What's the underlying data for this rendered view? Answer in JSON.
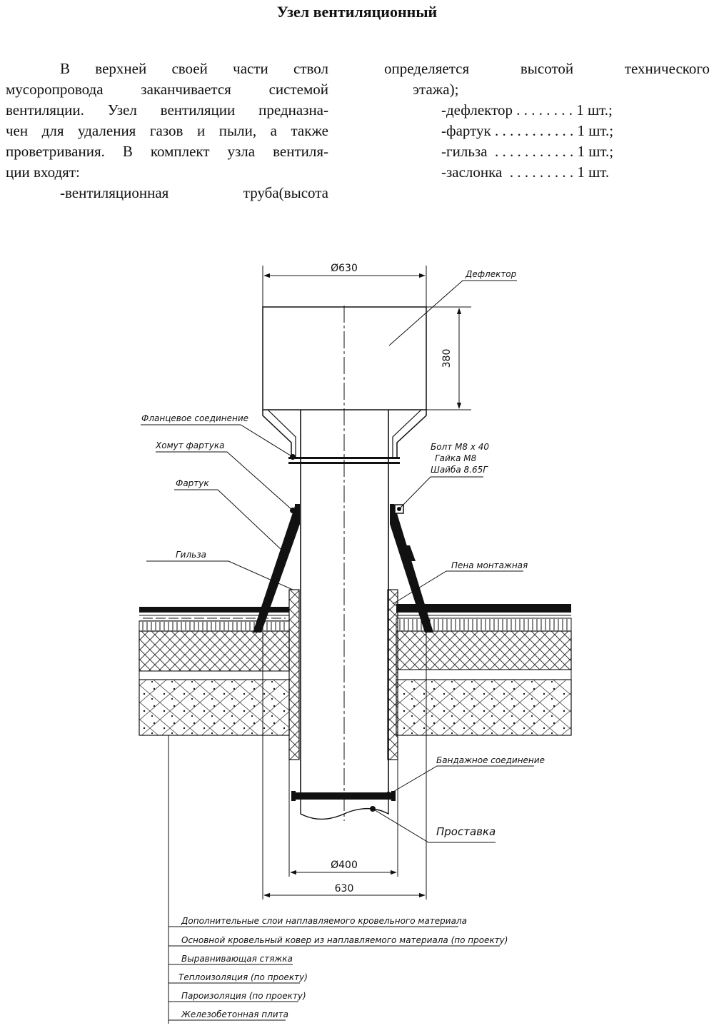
{
  "title": "Узел вентиляционный",
  "left_column": [
    "В верхней своей части ствол",
    "мусоропровода заканчивается системой",
    "вентиляции. Узел вентиляции предназна-",
    "чен для удаления газов и пыли, а также",
    "проветривания. В комплект узла вентиля-",
    "ции входят:",
    "-вентиляционная труба(высота"
  ],
  "right_column": {
    "lines": [
      "определяется высотой технического",
      "этажа);"
    ],
    "items": [
      {
        "name": "-дефлектор",
        "leader": " . . . . . . . . ",
        "qty": "1 шт.;"
      },
      {
        "name": "-фартук",
        "leader": " . . . . . . . . . . . ",
        "qty": "1 шт.;"
      },
      {
        "name": "-гильза",
        "leader": "  . . . . . . . . . . . ",
        "qty": "1 шт.;"
      },
      {
        "name": "-заслонка",
        "leader": "  . . . . . . . . . ",
        "qty": "1 шт."
      }
    ]
  },
  "diagram": {
    "dimensions": {
      "top_diameter": "Ø630",
      "height": "380",
      "pipe_diameter": "Ø400",
      "bottom_width": "630"
    },
    "labels": {
      "deflector": "Дефлектор",
      "flange": "Фланцевое соединение",
      "clamp": "Хомут фартука",
      "apron": "Фартук",
      "sleeve": "Гильза",
      "bolt": "Болт М8 х 40",
      "nut": "Гайка М8",
      "washer": "Шайба 8.65Г",
      "foam": "Пена монтажная",
      "bandage": "Бандажное соединение",
      "spacer": "Проставка"
    },
    "layers": [
      "Дополнительные слои наплавляемого кровельного материала",
      "Основной кровельный ковер из наплавляемого материала (по проекту)",
      "Выравнивающая стяжка",
      "Теплоизоляция (по проекту)",
      "Пароизоляция (по проекту)",
      "Железобетонная плита"
    ]
  }
}
